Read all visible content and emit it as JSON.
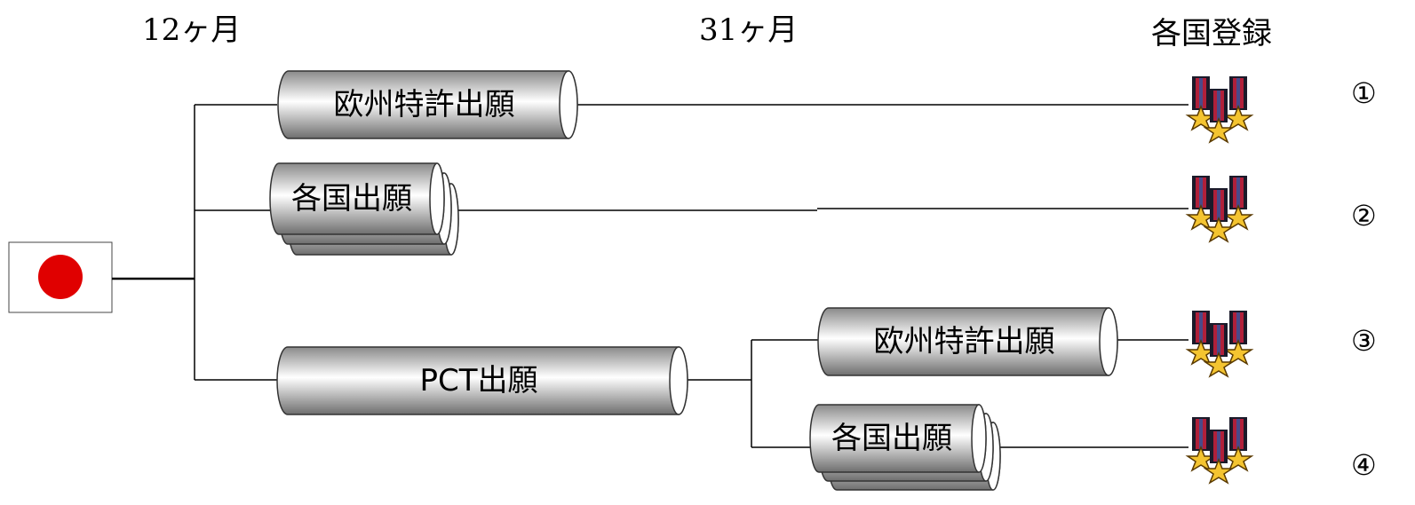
{
  "headers": {
    "month12": "12ヶ月",
    "month31": "31ヶ月",
    "registration": "各国登録"
  },
  "routes": {
    "ep_direct": "欧州特許出願",
    "national_direct": "各国出願",
    "pct": "PCT出願",
    "ep_via_pct": "欧州特許出願",
    "national_via_pct": "各国出願"
  },
  "numbers": [
    "①",
    "②",
    "③",
    "④"
  ],
  "colors": {
    "flag_circle": "#e00000",
    "medal_ribbon": "#b0203a",
    "medal_star": "#f4c430"
  }
}
